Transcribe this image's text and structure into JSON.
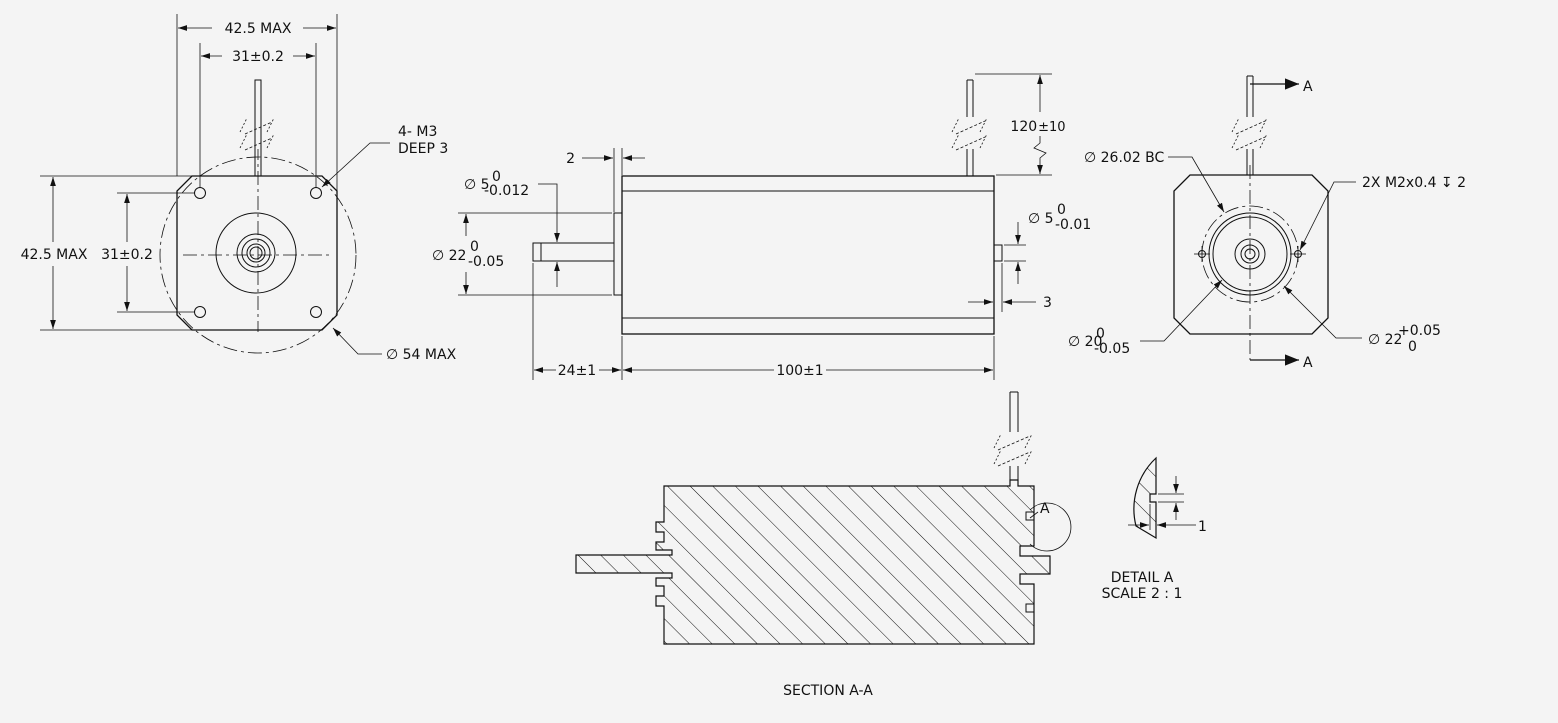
{
  "front_view": {
    "width_max": "42.5 MAX",
    "hole_spacing_h": "31±0.2",
    "height_max": "42.5 MAX",
    "hole_spacing_v": "31±0.2",
    "thread_callout_line1": "4- M3",
    "thread_callout_line2": "DEEP 3",
    "circle_diameter": "∅ 54 MAX"
  },
  "side_view": {
    "flange_thickness": "2",
    "shaft_diameter": "∅ 5",
    "shaft_diameter_upper": "0",
    "shaft_diameter_lower": "-0.012",
    "pilot_diameter": "∅ 22",
    "pilot_diameter_upper": "0",
    "pilot_diameter_lower": "-0.05",
    "rear_shaft_diameter": "∅ 5",
    "rear_shaft_upper": "0",
    "rear_shaft_lower": "-0.01",
    "rear_shaft_length": "3",
    "lead_length": "120",
    "lead_length_tol": "±10",
    "shaft_length": "24±1",
    "body_length": "100±1"
  },
  "rear_view": {
    "section_label_top": "A",
    "section_label_bottom": "A",
    "bolt_circle": "∅ 26.02 BC",
    "thread_callout": "2X M2x0.4 ↧ 2",
    "inner_diameter": "∅ 20",
    "inner_diameter_upper": "0",
    "inner_diameter_lower": "-0.05",
    "outer_diameter": "∅ 22",
    "outer_diameter_upper": "+0.05",
    "outer_diameter_lower": "0"
  },
  "section": {
    "detail_marker": "A",
    "title": "SECTION A-A"
  },
  "detail": {
    "dimension": "1",
    "title_line1": "DETAIL A",
    "title_line2": "SCALE 2 : 1"
  }
}
